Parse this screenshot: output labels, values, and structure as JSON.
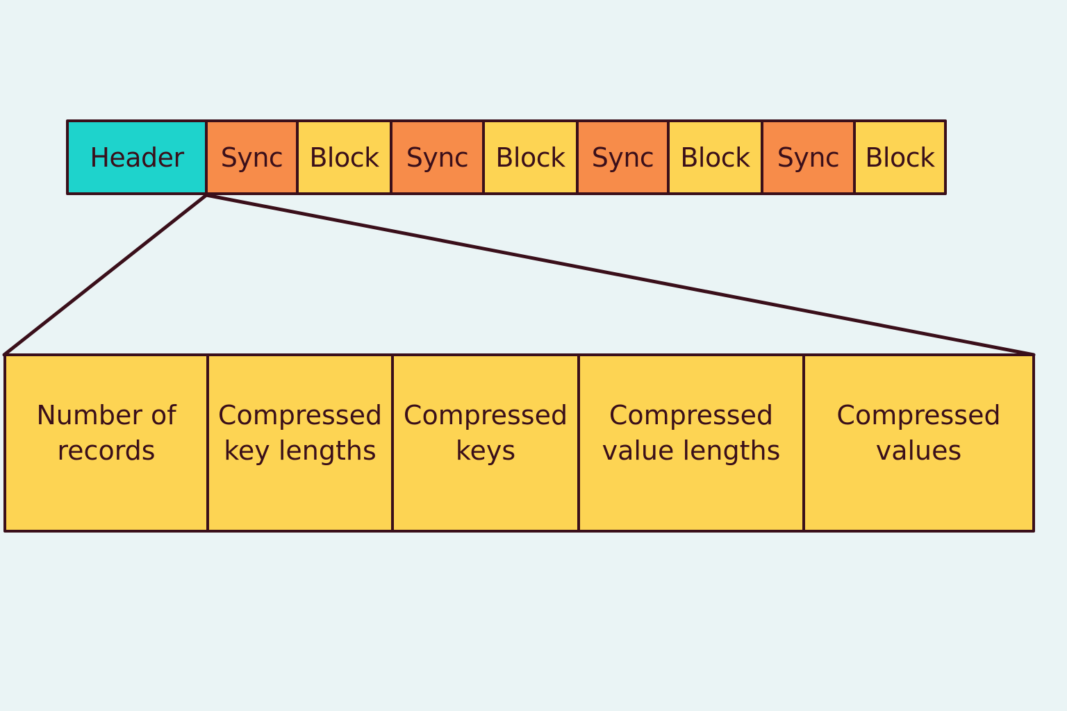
{
  "colors": {
    "background": "#EAF4F5",
    "outline": "#3A0F1A",
    "header": "#1ED3CC",
    "sync": "#F78C4A",
    "block": "#FDD453"
  },
  "file_layout": {
    "segments": [
      {
        "kind": "header",
        "label": "Header"
      },
      {
        "kind": "sync",
        "label": "Sync"
      },
      {
        "kind": "block",
        "label": "Block"
      },
      {
        "kind": "sync",
        "label": "Sync"
      },
      {
        "kind": "block",
        "label": "Block"
      },
      {
        "kind": "sync",
        "label": "Sync"
      },
      {
        "kind": "block",
        "label": "Block"
      },
      {
        "kind": "sync",
        "label": "Sync"
      },
      {
        "kind": "block",
        "label": "Block"
      }
    ]
  },
  "block_detail": {
    "fields": [
      {
        "label": "Number of\nrecords"
      },
      {
        "label": "Compressed\nkey lengths"
      },
      {
        "label": "Compressed\nkeys"
      },
      {
        "label": "Compressed\nvalue lengths"
      },
      {
        "label": "Compressed\nvalues"
      }
    ]
  }
}
